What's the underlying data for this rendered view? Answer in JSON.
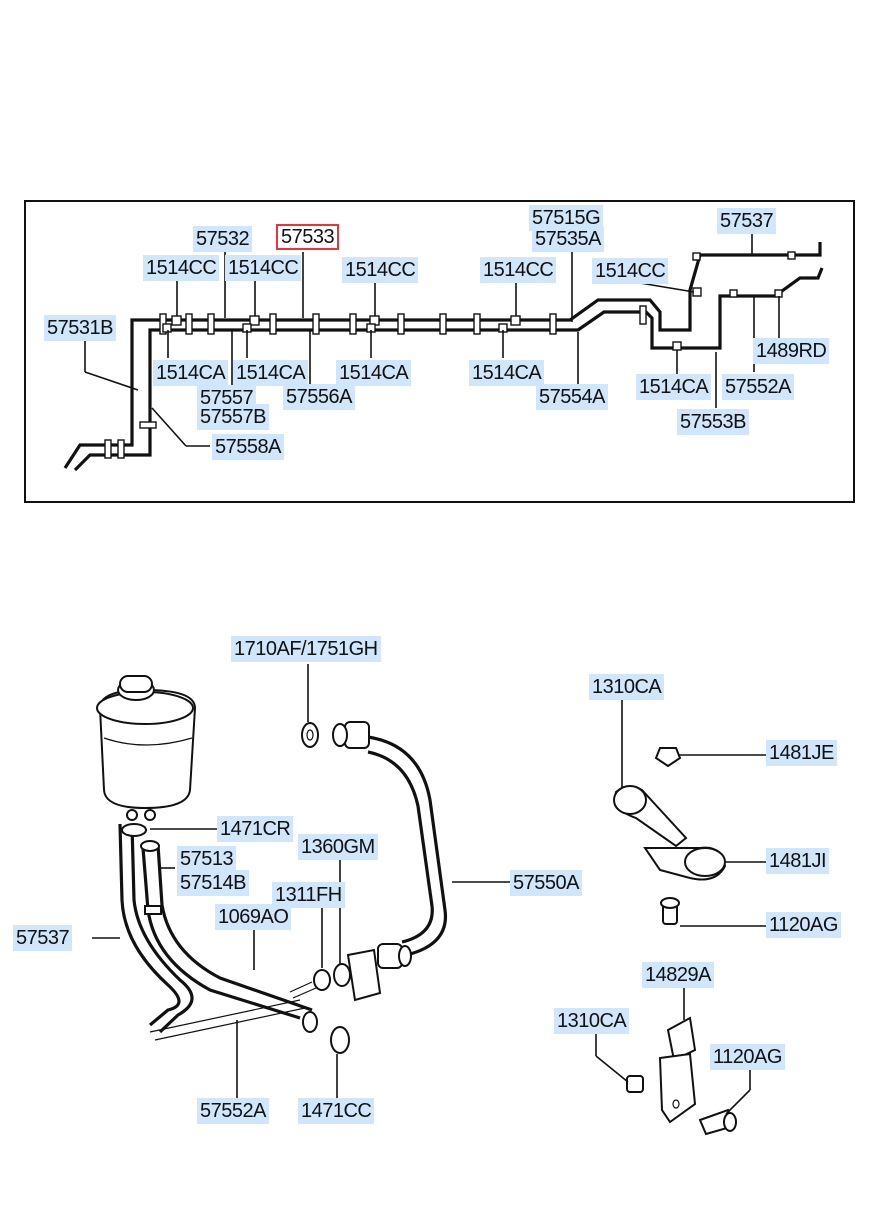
{
  "diagram": {
    "selected_part": "57533",
    "labels": [
      {
        "id": "l57532",
        "text": "57532"
      },
      {
        "id": "l57533",
        "text": "57533"
      },
      {
        "id": "l57515G",
        "text": "57515G"
      },
      {
        "id": "l57535A",
        "text": "57535A"
      },
      {
        "id": "l57537t",
        "text": "57537"
      },
      {
        "id": "l1514CC_1",
        "text": "1514CC"
      },
      {
        "id": "l1514CC_2",
        "text": "1514CC"
      },
      {
        "id": "l1514CC_3",
        "text": "1514CC"
      },
      {
        "id": "l1514CC_4",
        "text": "1514CC"
      },
      {
        "id": "l1514CC_5",
        "text": "1514CC"
      },
      {
        "id": "l57531B",
        "text": "57531B"
      },
      {
        "id": "l1514CA_1",
        "text": "1514CA"
      },
      {
        "id": "l1514CA_2",
        "text": "1514CA"
      },
      {
        "id": "l1514CA_3",
        "text": "1514CA"
      },
      {
        "id": "l1514CA_4",
        "text": "1514CA"
      },
      {
        "id": "l1514CA_5",
        "text": "1514CA"
      },
      {
        "id": "l1489RD",
        "text": "1489RD"
      },
      {
        "id": "l57552A_t",
        "text": "57552A"
      },
      {
        "id": "l57557",
        "text": "57557"
      },
      {
        "id": "l57557B",
        "text": "57557B"
      },
      {
        "id": "l57556A",
        "text": "57556A"
      },
      {
        "id": "l57554A",
        "text": "57554A"
      },
      {
        "id": "l57553B",
        "text": "57553B"
      },
      {
        "id": "l57558A",
        "text": "57558A"
      },
      {
        "id": "l1710AF",
        "text": "1710AF/1751GH"
      },
      {
        "id": "l1310CA_1",
        "text": "1310CA"
      },
      {
        "id": "l1481JE",
        "text": "1481JE"
      },
      {
        "id": "l1471CR",
        "text": "1471CR"
      },
      {
        "id": "l57513",
        "text": "57513"
      },
      {
        "id": "l57514B",
        "text": "57514B"
      },
      {
        "id": "l1360GM",
        "text": "1360GM"
      },
      {
        "id": "l1481JI",
        "text": "1481JI"
      },
      {
        "id": "l57550A",
        "text": "57550A"
      },
      {
        "id": "l1311FH",
        "text": "1311FH"
      },
      {
        "id": "l1069AO",
        "text": "1069AO"
      },
      {
        "id": "l57537b",
        "text": "57537"
      },
      {
        "id": "l1120AG_1",
        "text": "1120AG"
      },
      {
        "id": "l14829A",
        "text": "14829A"
      },
      {
        "id": "l1310CA_2",
        "text": "1310CA"
      },
      {
        "id": "l1120AG_2",
        "text": "1120AG"
      },
      {
        "id": "l57552A_b",
        "text": "57552A"
      },
      {
        "id": "l1471CC",
        "text": "1471CC"
      }
    ]
  }
}
